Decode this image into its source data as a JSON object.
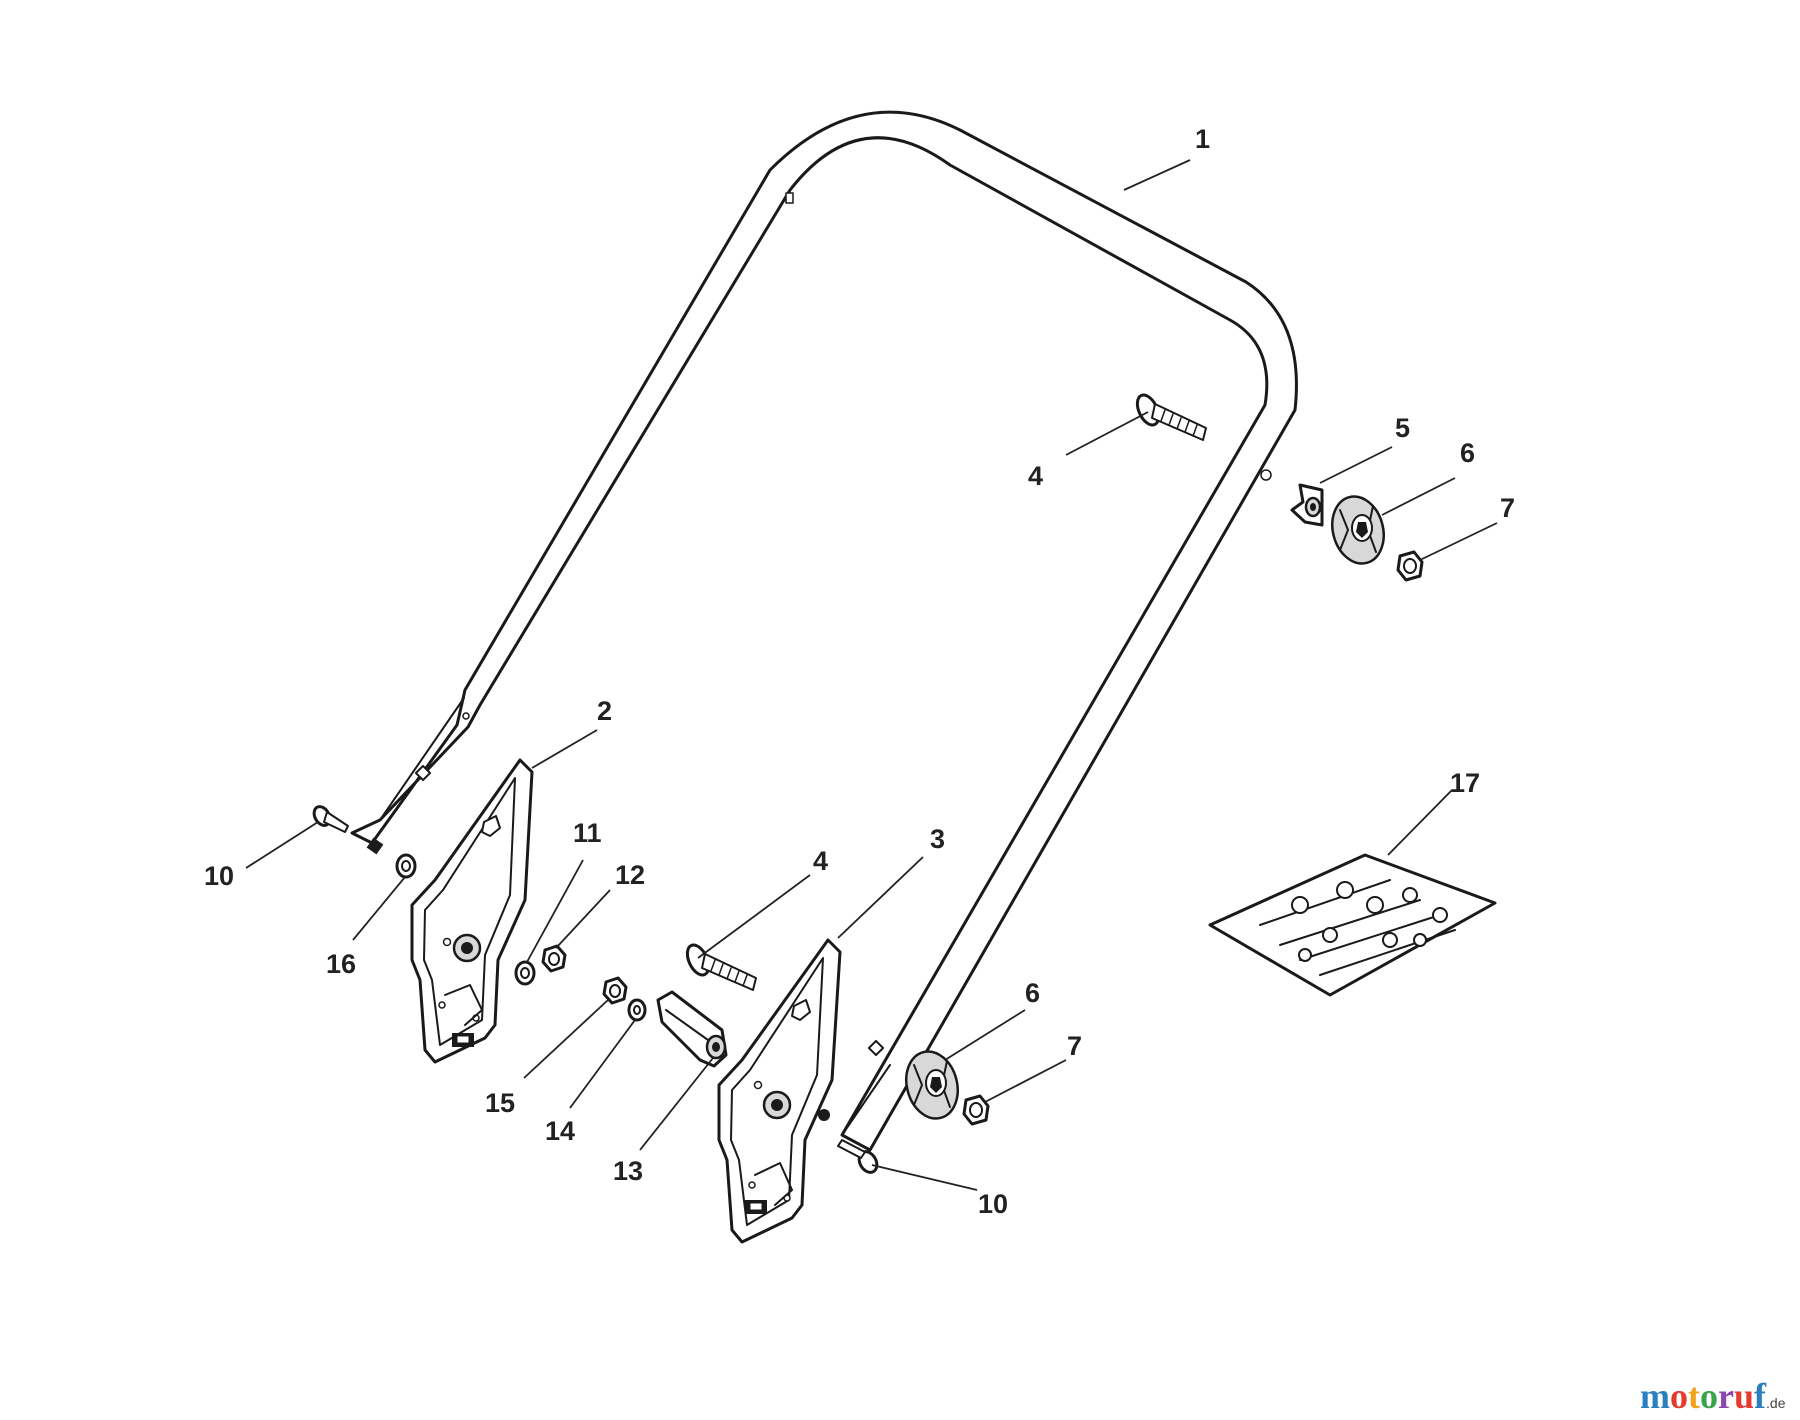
{
  "callouts": [
    {
      "label": "1"
    },
    {
      "label": "2"
    },
    {
      "label": "3"
    },
    {
      "label": "4"
    },
    {
      "label": "4"
    },
    {
      "label": "5"
    },
    {
      "label": "6"
    },
    {
      "label": "6"
    },
    {
      "label": "7"
    },
    {
      "label": "7"
    },
    {
      "label": "10"
    },
    {
      "label": "10"
    },
    {
      "label": "11"
    },
    {
      "label": "12"
    },
    {
      "label": "13"
    },
    {
      "label": "14"
    },
    {
      "label": "15"
    },
    {
      "label": "16"
    },
    {
      "label": "17"
    }
  ],
  "watermark": {
    "letters": [
      "m",
      "o",
      "t",
      "o",
      "r",
      "u",
      "f"
    ],
    "colors": [
      "#2a7fc1",
      "#e63a2e",
      "#f2a31b",
      "#3aa44a",
      "#8e44ad",
      "#e63a2e",
      "#2a7fc1"
    ],
    "suffix": ".de"
  }
}
